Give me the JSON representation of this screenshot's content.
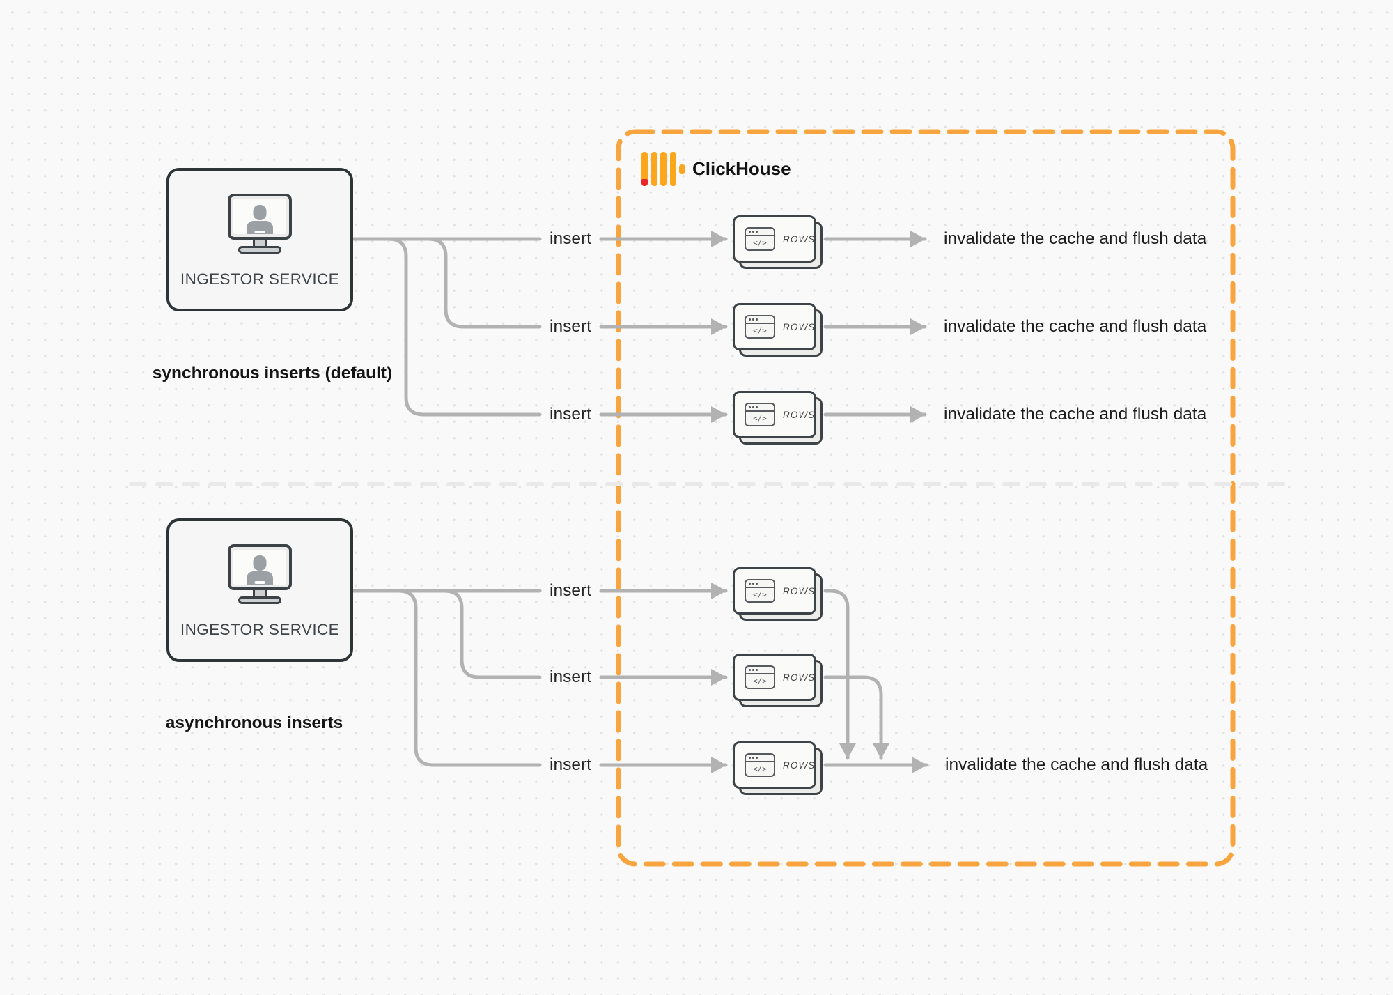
{
  "colors": {
    "background_dots": "#e2e2e2",
    "connector_gray": "#b2b2b2",
    "container_orange": "#f8a53f",
    "logo_amber": "#fba61c",
    "logo_red": "#e8262c",
    "divider_gray": "#e9e9e9"
  },
  "clickhouse_container": {
    "title": "ClickHouse",
    "logo_icon": "clickhouse-bars-logo"
  },
  "card_glyph": "</>",
  "sections": [
    {
      "id": "synchronous",
      "caption": "synchronous inserts (default)",
      "service": {
        "label": "INGESTOR SERVICE",
        "icon": "user-monitor-icon"
      },
      "rows": [
        {
          "insert_label": "insert",
          "card_label": "ROWS",
          "result_label": "invalidate the cache and flush data"
        },
        {
          "insert_label": "insert",
          "card_label": "ROWS",
          "result_label": "invalidate the cache and flush data"
        },
        {
          "insert_label": "insert",
          "card_label": "ROWS",
          "result_label": "invalidate the cache and flush data"
        }
      ]
    },
    {
      "id": "asynchronous",
      "caption": "asynchronous inserts",
      "service": {
        "label": "INGESTOR SERVICE",
        "icon": "user-monitor-icon"
      },
      "rows": [
        {
          "insert_label": "insert",
          "card_label": "ROWS"
        },
        {
          "insert_label": "insert",
          "card_label": "ROWS"
        },
        {
          "insert_label": "insert",
          "card_label": "ROWS",
          "result_label": "invalidate the cache and flush data"
        }
      ]
    }
  ]
}
